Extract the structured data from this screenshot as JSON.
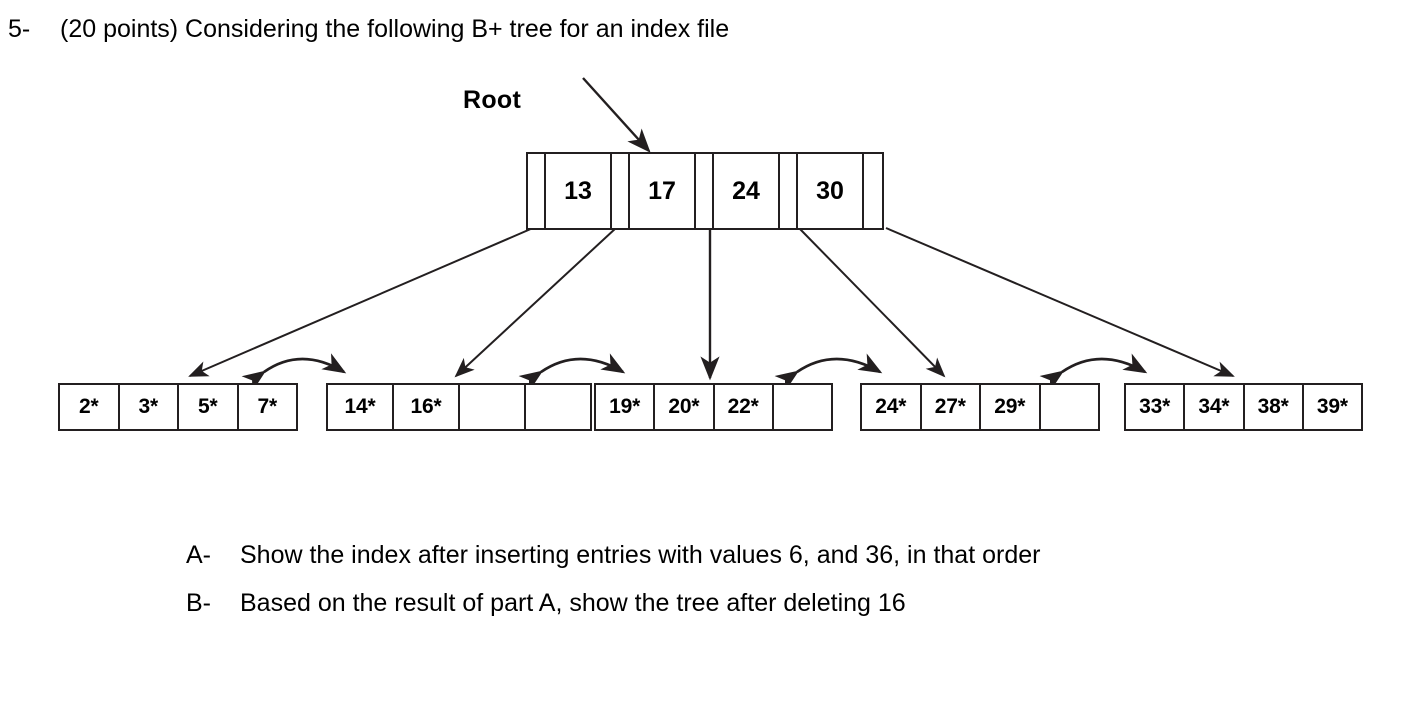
{
  "heading": {
    "number": "5-",
    "text": "(20 points) Considering the following B+ tree for an index file"
  },
  "diagram": {
    "root_label": "Root",
    "root_node": {
      "keys": [
        "13",
        "17",
        "24",
        "30"
      ],
      "pointer_count": 5
    },
    "leaves": [
      {
        "id": "leaf-1",
        "cells": [
          "2*",
          "3*",
          "5*",
          "7*"
        ]
      },
      {
        "id": "leaf-2",
        "cells": [
          "14*",
          "16*",
          "",
          ""
        ]
      },
      {
        "id": "leaf-3",
        "cells": [
          "19*",
          "20*",
          "22*",
          ""
        ]
      },
      {
        "id": "leaf-4",
        "cells": [
          "24*",
          "27*",
          "29*",
          ""
        ]
      },
      {
        "id": "leaf-5",
        "cells": [
          "33*",
          "34*",
          "38*",
          "39*"
        ]
      }
    ],
    "line_color": "#231f20"
  },
  "sub_questions": [
    {
      "letter": "A-",
      "text": "Show the index after inserting entries with values 6, and 36, in that order"
    },
    {
      "letter": "B-",
      "text": "Based on the result of part A, show the tree after deleting 16"
    }
  ]
}
